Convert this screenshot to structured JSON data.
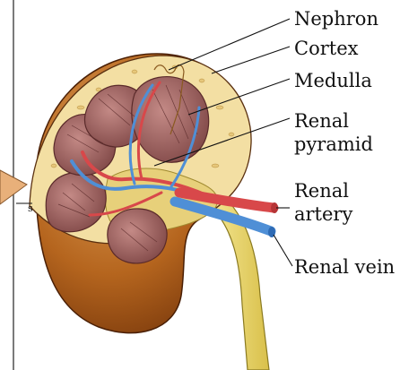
{
  "labels": {
    "nephron": "Nephron",
    "cortex": "Cortex",
    "medulla": "Medulla",
    "renal_pyramid_line1": "Renal",
    "renal_pyramid_line2": "pyramid",
    "renal_artery_line1": "Renal",
    "renal_artery_line2": "artery",
    "renal_vein": "Renal vein",
    "edge_marker": "s"
  },
  "colors": {
    "capsule": "#b5651e",
    "capsule_dark": "#7a3a10",
    "cortex": "#f3dfa3",
    "medulla_fill": "#e7d07a",
    "pyramid": "#a36b6a",
    "pyramid_dark": "#6e3b3b",
    "artery": "#d8484a",
    "vein": "#4f8fd6",
    "ureter": "#f0e07a",
    "pointer": "#e8b07a"
  }
}
